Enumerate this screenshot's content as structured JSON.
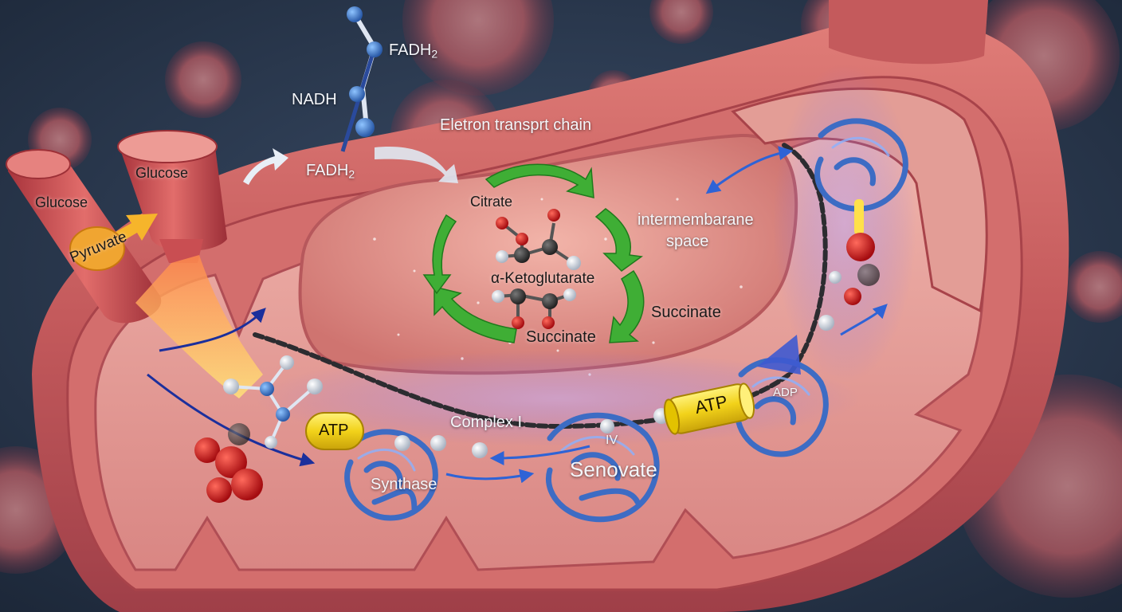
{
  "labels": {
    "fadh2_top_prefix": "FADH",
    "fadh2_top_sub": "2",
    "nadh": "NADH",
    "etc_title": "Eletron transprt chain",
    "fadh2_mid_prefix": "FADH",
    "fadh2_mid_sub": "2",
    "glucose_left": "Glucose",
    "glucose_right": "Glucose",
    "pyruvate": "Pyruvate",
    "citrate": "Citrate",
    "intermembrane": "intermembarane",
    "space": "space",
    "alpha_ketoglutarate": "α-Ketoglutarate",
    "succinate_right": "Succinate",
    "succinate_bottom": "Succinate",
    "atp_left": "ATP",
    "atp_right": "ATP",
    "adp": "ADP",
    "complex_i": "Complex I",
    "iv": "IV",
    "synthase": "Synthase",
    "senovate": "Senovate"
  },
  "colors": {
    "background": "#26344a",
    "membrane": "#c8585a",
    "matrix": "#e7a39c",
    "cycle_arrows": "#3fae35",
    "protein": "#3d6cc4",
    "atp_pill": "#f2d21a",
    "pyruvate_badge": "#f0a531",
    "oxygen_atom": "#cc1414"
  }
}
